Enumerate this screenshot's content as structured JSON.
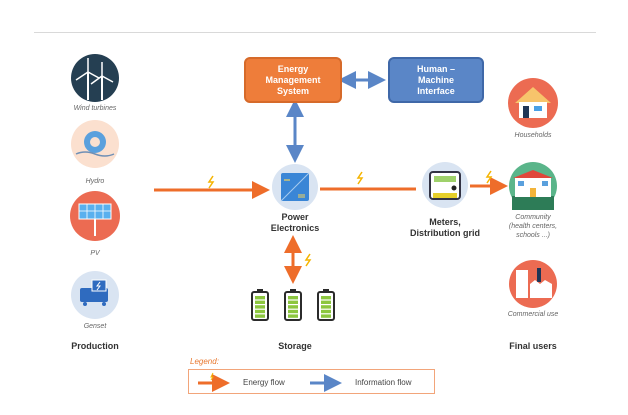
{
  "colors": {
    "energy_flow": "#ee6d2a",
    "information_flow": "#5a86c7",
    "ems_box": "#ee7d3a",
    "hmi_box": "#5a86c7",
    "lightning": "#f5b400"
  },
  "top_boxes": {
    "ems": {
      "label_lines": [
        "Energy",
        "Management",
        "System"
      ]
    },
    "hmi": {
      "label_lines": [
        "Human –",
        "Machine",
        "Interface"
      ]
    }
  },
  "production": {
    "title": "Production",
    "items": [
      {
        "label": "Wind turbines",
        "icon": "wind-turbine-icon"
      },
      {
        "label": "Hydro",
        "icon": "hydro-icon"
      },
      {
        "label": "PV",
        "icon": "solar-panel-icon"
      },
      {
        "label": "Genset",
        "icon": "generator-icon"
      }
    ]
  },
  "center": {
    "power_electronics": {
      "label_lines": [
        "Power",
        "Electronics"
      ],
      "icon": "inverter-icon"
    },
    "meters": {
      "label_lines": [
        "Meters,",
        "Distribution grid"
      ],
      "icon": "meter-icon"
    },
    "storage": {
      "title": "Storage",
      "battery_count": 3,
      "icon": "battery-icon"
    }
  },
  "final_users": {
    "title": "Final users",
    "items": [
      {
        "label": "Households",
        "icon": "house-icon"
      },
      {
        "label": "Community (health centers, schools ...)",
        "label_lines": [
          "Community",
          "(health centers,",
          "schools ...)"
        ],
        "icon": "school-icon"
      },
      {
        "label": "Commercial use",
        "icon": "factory-icon"
      }
    ]
  },
  "legend": {
    "title": "Legend:",
    "entries": [
      {
        "label": "Energy flow",
        "type": "energy"
      },
      {
        "label": "Information flow",
        "type": "information"
      }
    ]
  }
}
